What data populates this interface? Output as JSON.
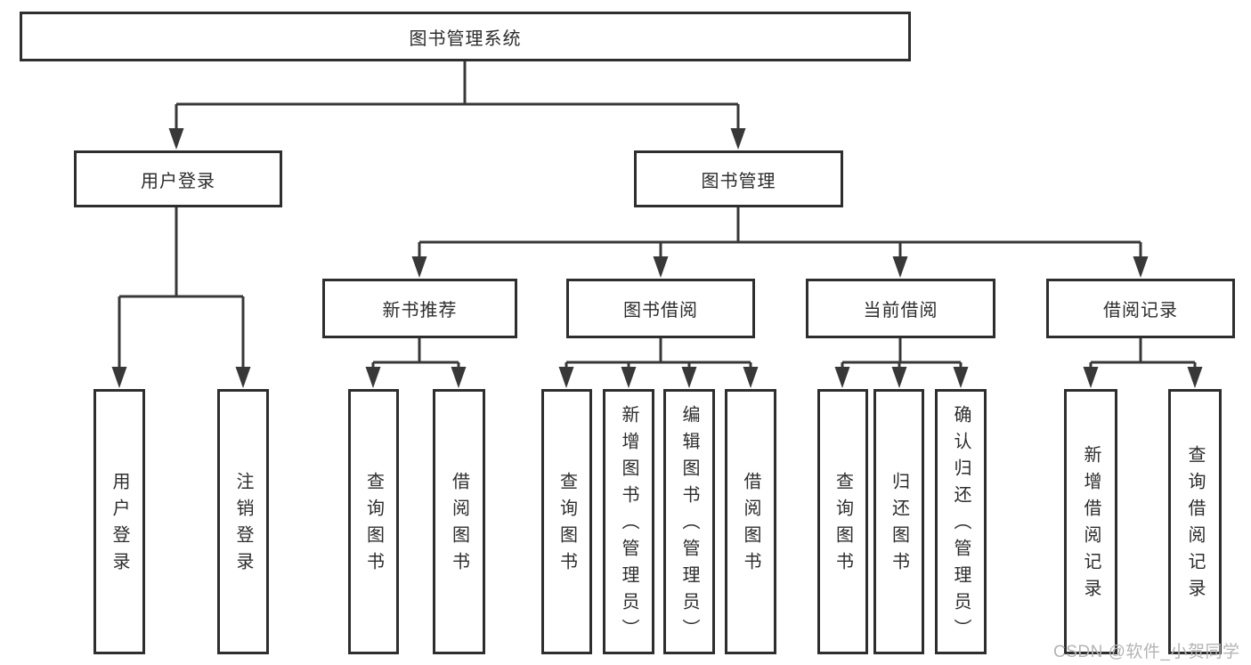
{
  "diagram_title": "图书管理系统",
  "tree": {
    "root": "图书管理系统",
    "children": [
      {
        "label": "用户登录",
        "children": [
          "用户登录",
          "注销登录"
        ]
      },
      {
        "label": "图书管理",
        "children": [
          {
            "label": "新书推荐",
            "children": [
              "查询图书",
              "借阅图书"
            ]
          },
          {
            "label": "图书借阅",
            "children": [
              "查询图书",
              "新增图书（管理员）",
              "编辑图书（管理员）",
              "借阅图书"
            ]
          },
          {
            "label": "当前借阅",
            "children": [
              "查询图书",
              "归还图书",
              "确认归还（管理员）"
            ]
          },
          {
            "label": "借阅记录",
            "children": [
              "新增借阅记录",
              "查询借阅记录"
            ]
          }
        ]
      }
    ]
  },
  "watermark": "CSDN @软件_小贺同学",
  "colors": {
    "line": "#383838",
    "box_border": "#2e2e2e",
    "text": "#2d2d2d",
    "watermark": "#b4b4b4",
    "background": "#ffffff"
  }
}
